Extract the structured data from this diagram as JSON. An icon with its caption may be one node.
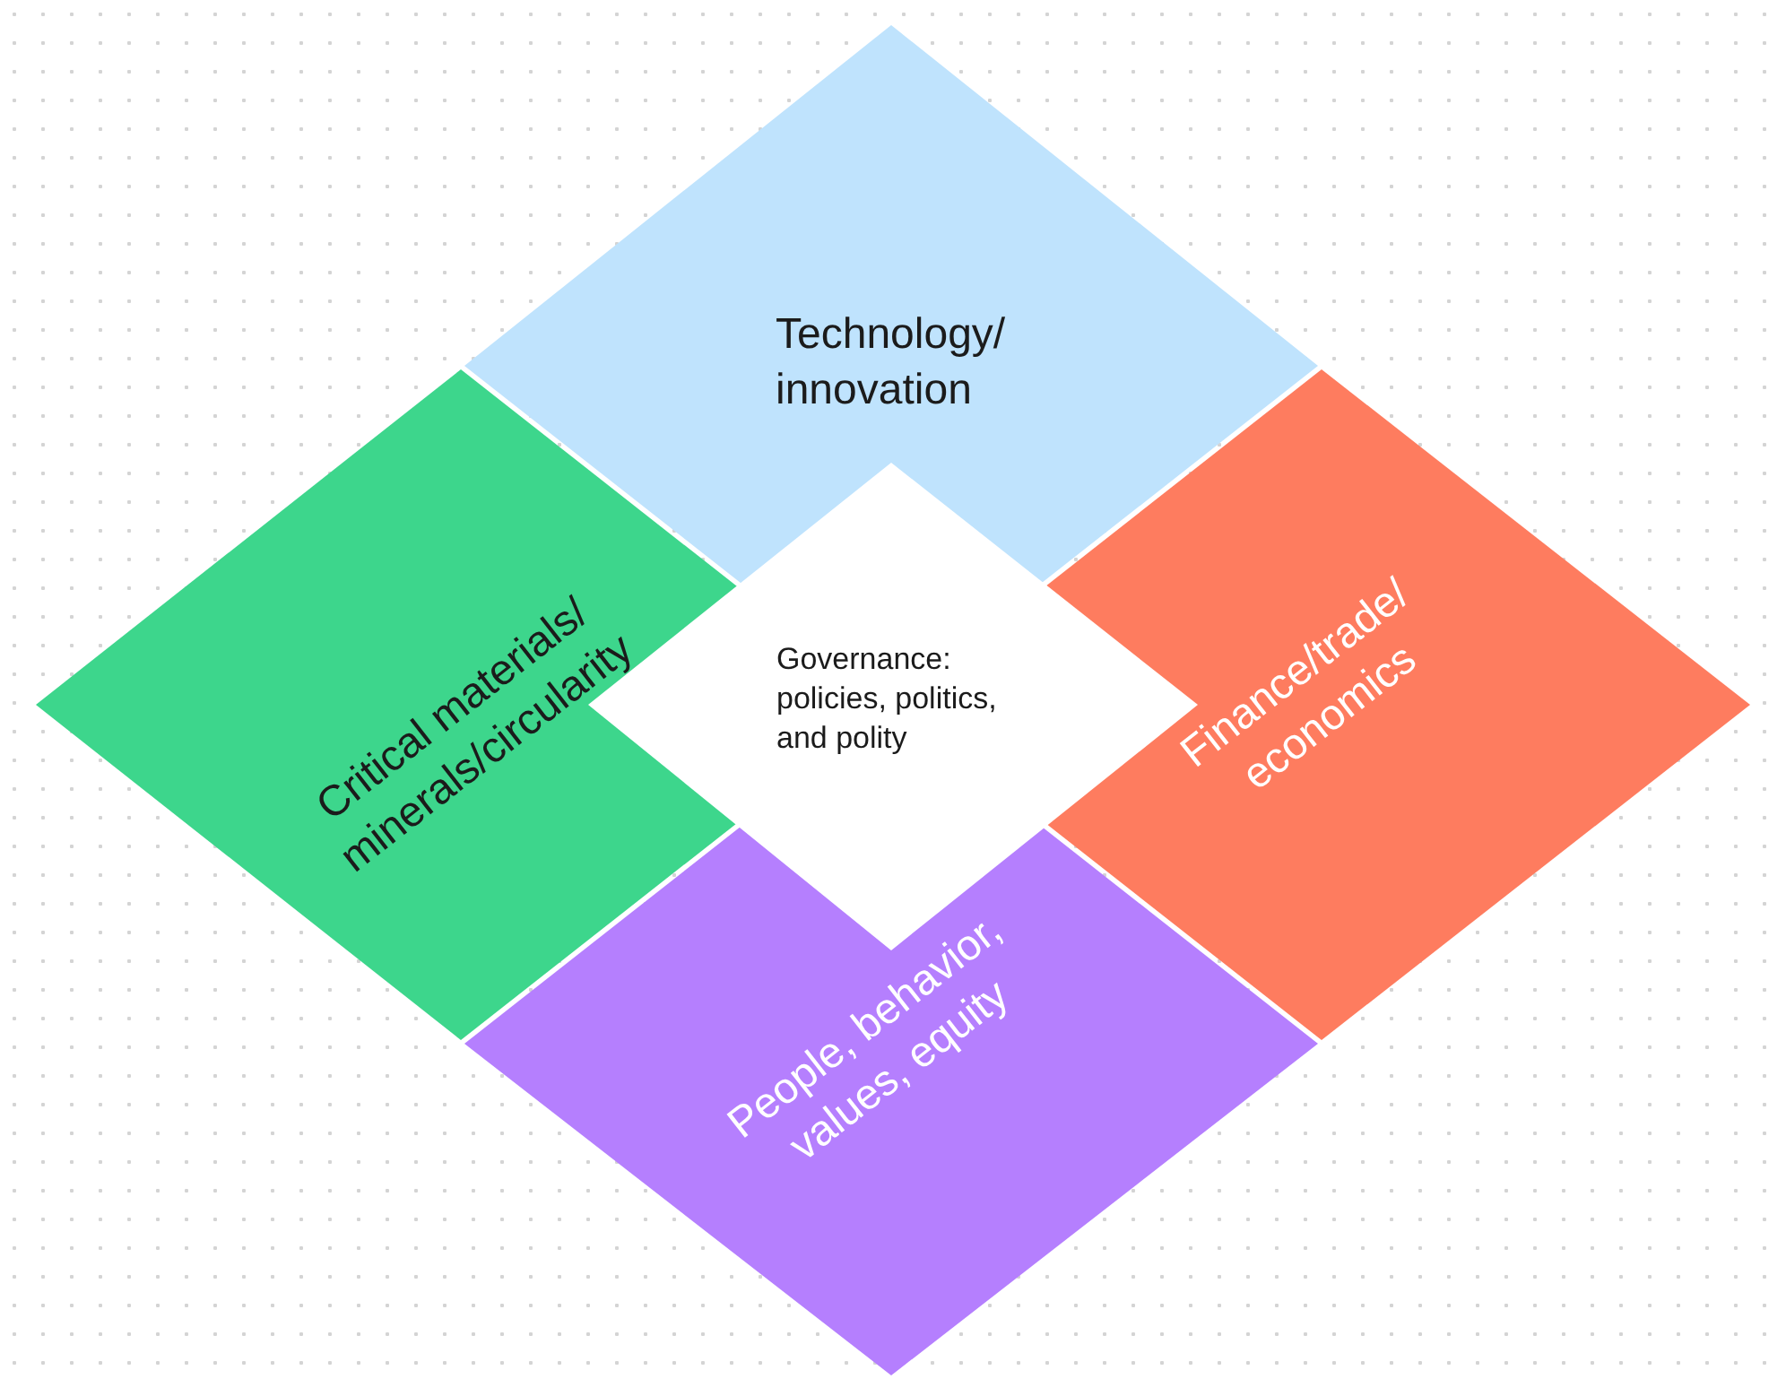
{
  "diagram": {
    "nodes": [
      {
        "text": [
          "Technology/ innovation"
        ]
      },
      {
        "text": [
          "Critical materials/ minerals/circularity"
        ]
      },
      {
        "text": [
          "Governance: policies, politics, and polity"
        ]
      },
      {
        "text": [
          "Finance/trade/ economics"
        ]
      },
      {
        "text": [
          "People, behavior, values, equity"
        ]
      }
    ]
  }
}
